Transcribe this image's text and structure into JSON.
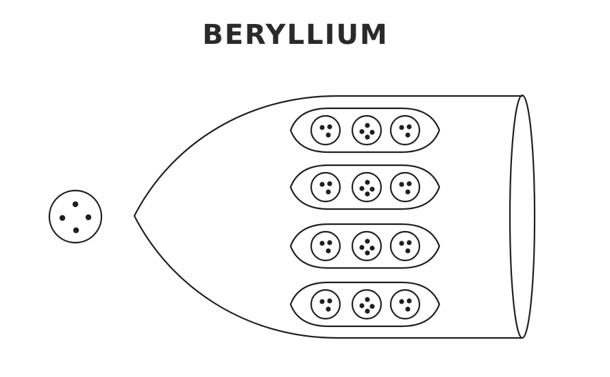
{
  "title": "BERYLLIUM",
  "colors": {
    "ink": "#1f1f1f",
    "background": "#ffffff"
  },
  "diagram": {
    "loose_unit": {
      "dots": 4
    },
    "capsules": [
      {
        "units": [
          3,
          4,
          3
        ]
      },
      {
        "units": [
          3,
          4,
          3
        ]
      },
      {
        "units": [
          3,
          4,
          3
        ]
      },
      {
        "units": [
          3,
          4,
          3
        ]
      }
    ]
  }
}
